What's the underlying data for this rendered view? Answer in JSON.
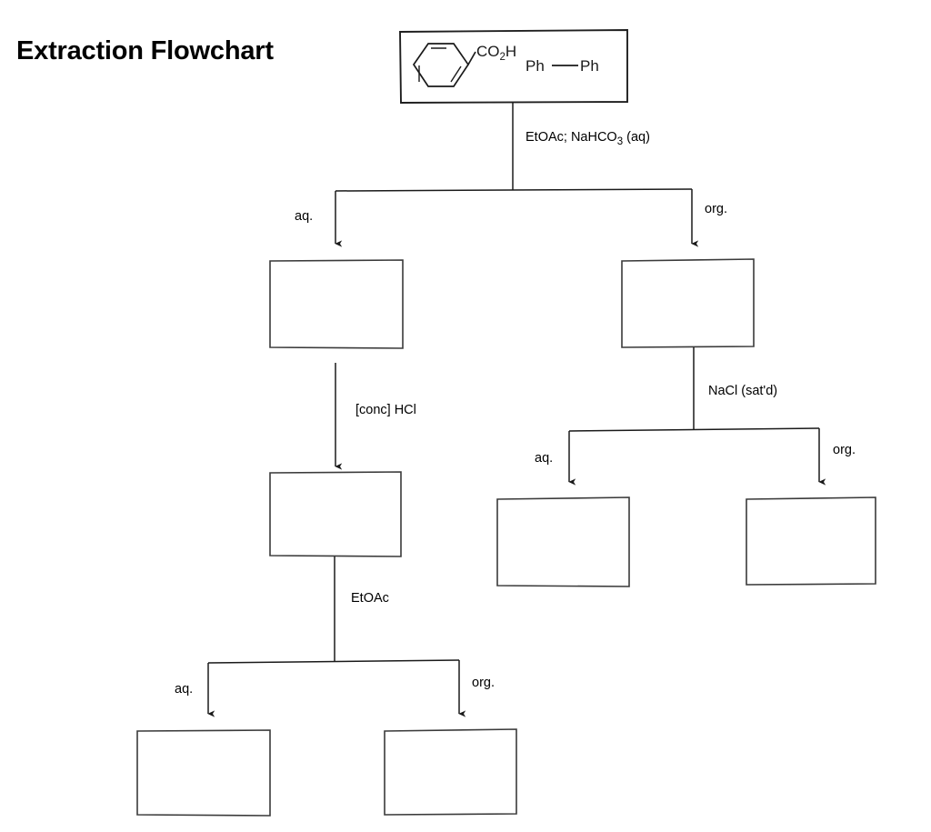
{
  "page": {
    "title": "Extraction Flowchart",
    "background_color": "#ffffff",
    "line_color": "#1a1a1a",
    "box_stroke_color": "#3a3a3a"
  },
  "start_box": {
    "name": "starting-mixture",
    "compounds": [
      {
        "kind": "structure",
        "skeleton": "benzene-ring",
        "substituent": "CO2H",
        "substituent_text": "CO",
        "substituent_sub": "2",
        "substituent_tail": "H"
      },
      {
        "kind": "text",
        "left": "Ph",
        "bond": "—",
        "right": "Ph",
        "full": "Ph—Ph"
      }
    ]
  },
  "reagents": {
    "step1": {
      "text": "EtOAc; NaHCO3 (aq)",
      "pre": "EtOAc; NaHCO",
      "sub": "3",
      "post": " (aq)"
    },
    "step2_left": {
      "text": "[conc] HCl"
    },
    "step2_right": {
      "text": "NaCl (sat'd)"
    },
    "step3_left": {
      "text": "EtOAc"
    }
  },
  "phase_labels": {
    "aqueous": "aq.",
    "organic": "org."
  },
  "splits": [
    {
      "id": "split-1",
      "reagent": "EtOAc; NaHCO3 (aq)",
      "branches": [
        {
          "phase": "aq.",
          "target": "box-aq-1"
        },
        {
          "phase": "org.",
          "target": "box-org-1"
        }
      ]
    },
    {
      "id": "split-2",
      "reagent": "NaCl (sat'd)",
      "branches": [
        {
          "phase": "aq.",
          "target": "box-aq-2"
        },
        {
          "phase": "org.",
          "target": "box-org-2"
        }
      ]
    },
    {
      "id": "split-3",
      "reagent": "EtOAc",
      "branches": [
        {
          "phase": "aq.",
          "target": "box-aq-3"
        },
        {
          "phase": "org.",
          "target": "box-org-3"
        }
      ]
    }
  ],
  "boxes": [
    {
      "id": "box-aq-1",
      "label": "",
      "phase": "aq."
    },
    {
      "id": "box-org-1",
      "label": "",
      "phase": "org."
    },
    {
      "id": "box-acidified",
      "label": "",
      "phase": "aq."
    },
    {
      "id": "box-aq-2",
      "label": "",
      "phase": "aq."
    },
    {
      "id": "box-org-2",
      "label": "",
      "phase": "org."
    },
    {
      "id": "box-aq-3",
      "label": "",
      "phase": "aq."
    },
    {
      "id": "box-org-3",
      "label": "",
      "phase": "org."
    }
  ]
}
